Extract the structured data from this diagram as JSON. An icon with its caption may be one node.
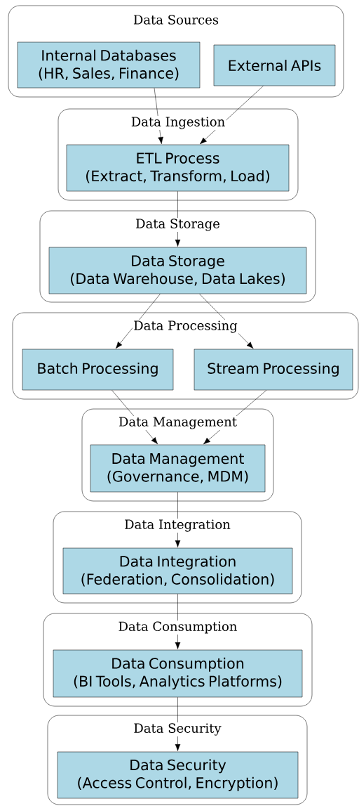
{
  "diagram": {
    "nodes": [
      {
        "text": [
          "Data Sources"
        ]
      },
      {
        "text": [
          "Internal Databases (HR, Sales, Finance)"
        ],
        "in": 0
      },
      {
        "text": [
          "External APIs"
        ],
        "in": 0
      },
      {
        "text": [
          "Data Ingestion"
        ]
      },
      {
        "text": [
          "ETL Process (Extract, Transform, Load)"
        ],
        "in": 3
      },
      {
        "text": [
          "Data Storage"
        ]
      },
      {
        "text": [
          "Data Storage (Data Warehouse, Data Lakes)"
        ],
        "in": 5
      },
      {
        "text": [
          "Data Processing"
        ]
      },
      {
        "text": [
          "Batch Processing"
        ],
        "in": 7
      },
      {
        "text": [
          "Stream Processing"
        ],
        "in": 7
      },
      {
        "text": [
          "Data Management"
        ]
      },
      {
        "text": [
          "Data Management (Governance, MDM)"
        ],
        "in": 10
      },
      {
        "text": [
          "Data Integration"
        ]
      },
      {
        "text": [
          "Data Integration (Federation, Consolidation)"
        ],
        "in": 12
      },
      {
        "text": [
          "Data Consumption"
        ]
      },
      {
        "text": [
          "Data Consumption (BI Tools, Analytics Platforms)"
        ],
        "in": 14
      },
      {
        "text": [
          "Data Security"
        ]
      },
      {
        "text": [
          "Data Security (Access Control, Encryption)"
        ],
        "in": 16
      }
    ],
    "edges": [
      {
        "from": 1,
        "to": 4,
        "arrow": "to"
      },
      {
        "from": 2,
        "to": 4,
        "arrow": "to"
      },
      {
        "from": 4,
        "to": 6,
        "arrow": "to"
      },
      {
        "from": 6,
        "to": 8,
        "arrow": "to"
      },
      {
        "from": 6,
        "to": 9,
        "arrow": "to"
      },
      {
        "from": 8,
        "to": 11,
        "arrow": "to"
      },
      {
        "from": 9,
        "to": 11,
        "arrow": "to"
      },
      {
        "from": 11,
        "to": 13,
        "arrow": "to"
      },
      {
        "from": 13,
        "to": 15,
        "arrow": "to"
      },
      {
        "from": 15,
        "to": 17,
        "arrow": "to"
      }
    ]
  }
}
